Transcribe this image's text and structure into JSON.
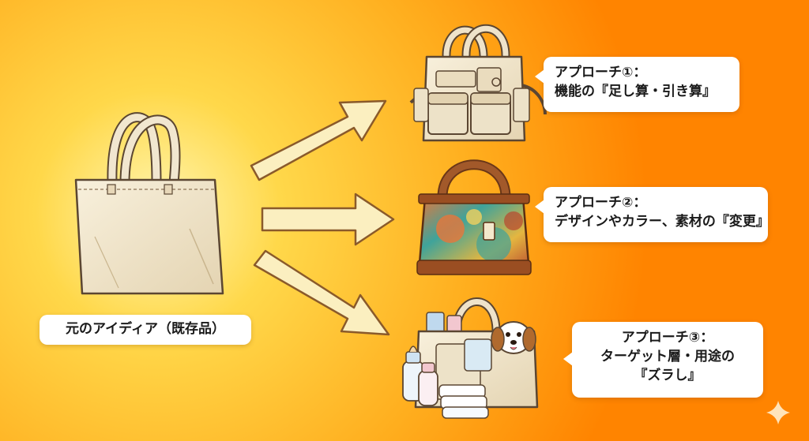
{
  "diagram": {
    "origin": {
      "label": "元のアイディア（既存品）",
      "icon": "plain-tote-bag-icon"
    },
    "approaches": [
      {
        "title": "アプローチ①：",
        "lines": [
          "機能の『足し算・引き算』"
        ],
        "icon": "multi-pocket-bag-icon"
      },
      {
        "title": "アプローチ②：",
        "lines": [
          "デザインやカラー、素材の『変更』"
        ],
        "icon": "patterned-handbag-icon"
      },
      {
        "title": "アプローチ③：",
        "lines": [
          "ターゲット層・用途の",
          "『ズラし』"
        ],
        "icon": "baby-and-pet-tote-icon"
      }
    ]
  },
  "colors": {
    "background_light": "#FFD24A",
    "background_dark": "#FF8A00",
    "arrow_fill": "#FBEFC0",
    "arrow_stroke": "#8A5A2B",
    "bag_canvas": "#F1E6CF",
    "bag_outline": "#5B4632"
  }
}
